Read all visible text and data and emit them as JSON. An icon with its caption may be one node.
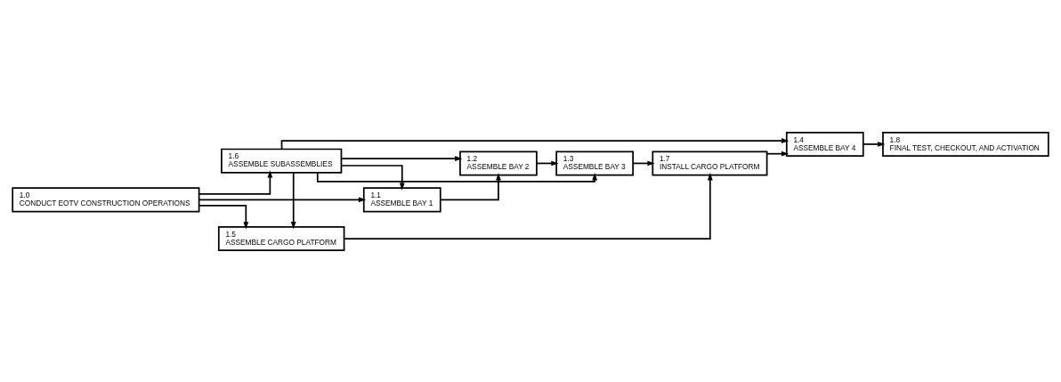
{
  "diagram": {
    "nodes": [
      {
        "text": [
          "1.0",
          "CONDUCT EOTV CONSTRUCTION OPERATIONS"
        ]
      },
      {
        "text": [
          "1.6",
          "ASSEMBLE SUBASSEMBLIES"
        ]
      },
      {
        "text": [
          "1.1",
          "ASSEMBLE BAY 1"
        ]
      },
      {
        "text": [
          "1.2",
          "ASSEMBLE BAY 2"
        ]
      },
      {
        "text": [
          "1.3",
          "ASSEMBLE BAY 3"
        ]
      },
      {
        "text": [
          "1.7",
          "INSTALL CARGO PLATFORM"
        ]
      },
      {
        "text": [
          "1.4",
          "ASSEMBLE BAY 4"
        ]
      },
      {
        "text": [
          "1.5",
          "ASSEMBLE CARGO PLATFORM"
        ]
      },
      {
        "text": [
          "1.8",
          "FINAL TEST, CHECKOUT, AND ACTIVATION"
        ]
      }
    ],
    "edges": [
      {
        "from": 0,
        "to": 1,
        "arrow": "to"
      },
      {
        "from": 0,
        "to": 2,
        "arrow": "to"
      },
      {
        "from": 0,
        "to": 7,
        "arrow": "to"
      },
      {
        "from": 1,
        "to": 2,
        "arrow": "to"
      },
      {
        "from": 1,
        "to": 3,
        "arrow": "to"
      },
      {
        "from": 1,
        "to": 4,
        "arrow": "to"
      },
      {
        "from": 1,
        "to": 6,
        "arrow": "to"
      },
      {
        "from": 1,
        "to": 7,
        "arrow": "to"
      },
      {
        "from": 2,
        "to": 3,
        "arrow": "to"
      },
      {
        "from": 3,
        "to": 4,
        "arrow": "to"
      },
      {
        "from": 4,
        "to": 5,
        "arrow": "to"
      },
      {
        "from": 7,
        "to": 5,
        "arrow": "to"
      },
      {
        "from": 5,
        "to": 6,
        "arrow": "to"
      },
      {
        "from": 6,
        "to": 8,
        "arrow": "to"
      }
    ]
  }
}
